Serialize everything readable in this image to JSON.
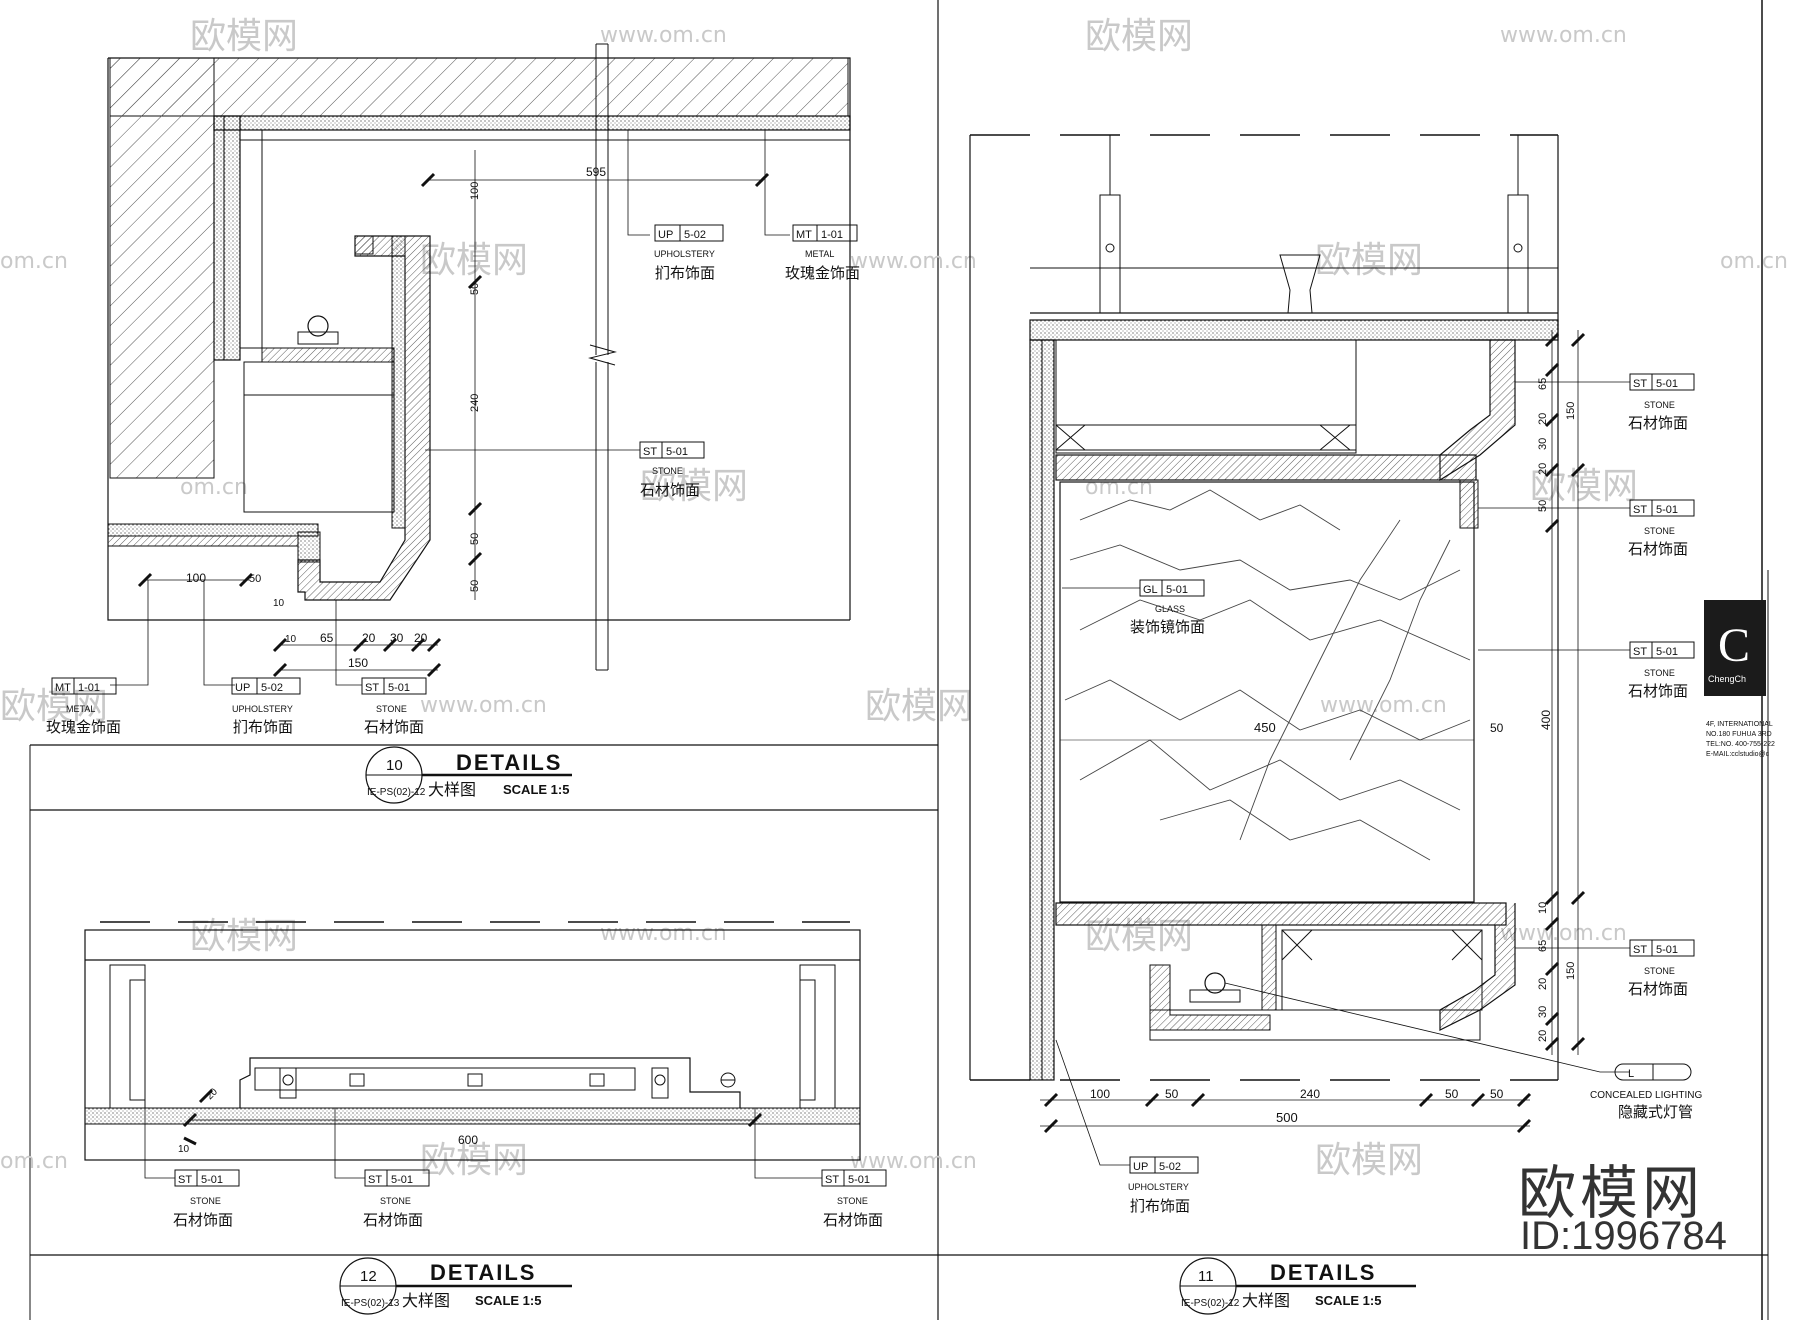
{
  "watermark": {
    "brand": "欧模网",
    "url": "www.om.cn",
    "url_fragment": "om.cn",
    "id": "ID:1996784"
  },
  "sheet_sidebar": {
    "logo_letter": "C",
    "logo_sub": "ChengCh",
    "info_lines": [
      "4F, INTERNATIONAL",
      "NO.180 FUHUA 3RD",
      "TEL:NO. 400-755-222",
      "E-MAIL:cclstudio@c"
    ]
  },
  "details": [
    {
      "number": "10",
      "ref": "IE-PS(02)-12",
      "title": "DETAILS",
      "subtitle_cn": "大样图",
      "scale": "SCALE 1:5",
      "dimensions": [
        "595",
        "100",
        "50",
        "240",
        "50",
        "50",
        "100",
        "50",
        "10",
        "10",
        "65",
        "20",
        "30",
        "20",
        "150"
      ],
      "callouts": [
        {
          "code": "UP",
          "num": "5-02",
          "en": "UPHOLSTERY",
          "cn": "扪布饰面"
        },
        {
          "code": "MT",
          "num": "1-01",
          "en": "METAL",
          "cn": "玫瑰金饰面"
        },
        {
          "code": "ST",
          "num": "5-01",
          "en": "STONE",
          "cn": "石材饰面"
        },
        {
          "code": "MT",
          "num": "1-01",
          "en": "METAL",
          "cn": "玫瑰金饰面"
        },
        {
          "code": "UP",
          "num": "5-02",
          "en": "UPHOLSTERY",
          "cn": "扪布饰面"
        },
        {
          "code": "ST",
          "num": "5-01",
          "en": "STONE",
          "cn": "石材饰面"
        }
      ]
    },
    {
      "number": "12",
      "ref": "IE-PS(02)-13",
      "title": "DETAILS",
      "subtitle_cn": "大样图",
      "scale": "SCALE 1:5",
      "dimensions": [
        "600",
        "20",
        "10"
      ],
      "callouts": [
        {
          "code": "ST",
          "num": "5-01",
          "en": "STONE",
          "cn": "石材饰面"
        },
        {
          "code": "ST",
          "num": "5-01",
          "en": "STONE",
          "cn": "石材饰面"
        },
        {
          "code": "ST",
          "num": "5-01",
          "en": "STONE",
          "cn": "石材饰面"
        }
      ]
    },
    {
      "number": "11",
      "ref": "IE-PS(02)-12",
      "title": "DETAILS",
      "subtitle_cn": "大样图",
      "scale": "SCALE 1:5",
      "dimensions": [
        "65",
        "150",
        "20",
        "30",
        "20",
        "50",
        "400",
        "450",
        "50",
        "10",
        "65",
        "150",
        "20",
        "30",
        "20",
        "100",
        "50",
        "240",
        "50",
        "50",
        "500"
      ],
      "callouts": [
        {
          "code": "ST",
          "num": "5-01",
          "en": "STONE",
          "cn": "石材饰面"
        },
        {
          "code": "ST",
          "num": "5-01",
          "en": "STONE",
          "cn": "石材饰面"
        },
        {
          "code": "ST",
          "num": "5-01",
          "en": "STONE",
          "cn": "石材饰面"
        },
        {
          "code": "ST",
          "num": "5-01",
          "en": "STONE",
          "cn": "石材饰面"
        },
        {
          "code": "GL",
          "num": "5-01",
          "en": "GLASS",
          "cn": "装饰镜饰面"
        },
        {
          "code": "UP",
          "num": "5-02",
          "en": "UPHOLSTERY",
          "cn": "扪布饰面"
        },
        {
          "code": "L",
          "num": "",
          "en": "CONCEALED LIGHTING",
          "cn": "隐藏式灯管"
        }
      ]
    }
  ]
}
